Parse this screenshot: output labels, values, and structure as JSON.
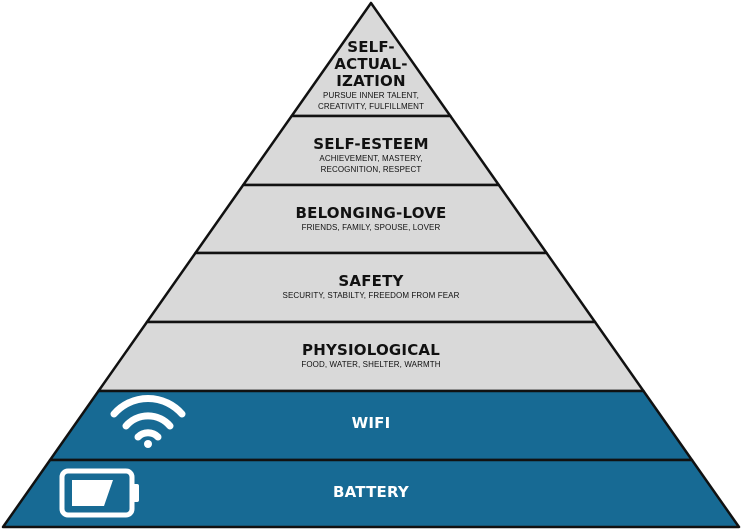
{
  "colors": {
    "human_need_fill": "#d9d9d9",
    "tech_need_fill": "#176a94",
    "outline": "#111111"
  },
  "levels": [
    {
      "title": "SELF-ACTUAL-IZATION",
      "title_lines": [
        "SELF-",
        "ACTUAL-",
        "IZATION"
      ],
      "desc_lines": [
        "PURSUE INNER TALENT,",
        "CREATIVITY, FULFILLMENT"
      ]
    },
    {
      "title": "SELF-ESTEEM",
      "desc_lines": [
        "ACHIEVEMENT, MASTERY,",
        "RECOGNITION, RESPECT"
      ]
    },
    {
      "title": "BELONGING-LOVE",
      "desc_lines": [
        "FRIENDS, FAMILY, SPOUSE, LOVER"
      ]
    },
    {
      "title": "SAFETY",
      "desc_lines": [
        "SECURITY, STABILTY, FREEDOM FROM FEAR"
      ]
    },
    {
      "title": "PHYSIOLOGICAL",
      "desc_lines": [
        "FOOD, WATER, SHELTER, WARMTH"
      ]
    },
    {
      "title": "WIFI",
      "icon": "wifi-icon"
    },
    {
      "title": "BATTERY",
      "icon": "battery-icon"
    }
  ]
}
